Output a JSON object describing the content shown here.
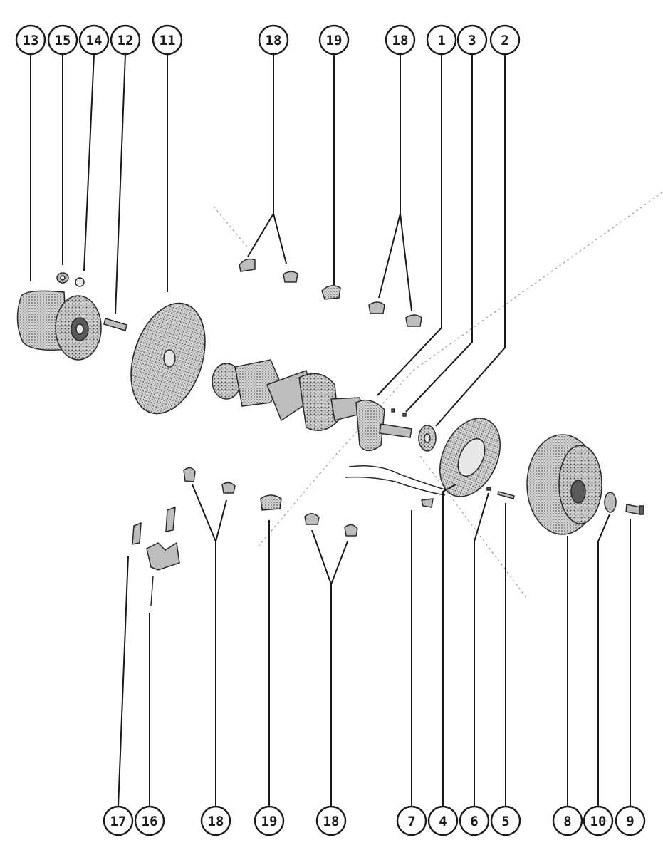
{
  "callouts": {
    "top": [
      "13",
      "15",
      "14",
      "12",
      "11",
      "18",
      "19",
      "18",
      "1",
      "3",
      "2"
    ],
    "bottom": [
      "17",
      "16",
      "18",
      "19",
      "18",
      "7",
      "4",
      "6",
      "5",
      "8",
      "10",
      "9"
    ]
  },
  "colors": {
    "ink": "#1a1a1a",
    "shading": "#bdbdbd",
    "background": "#ffffff"
  },
  "icons": {
    "callout-circle": "numbered circle"
  }
}
